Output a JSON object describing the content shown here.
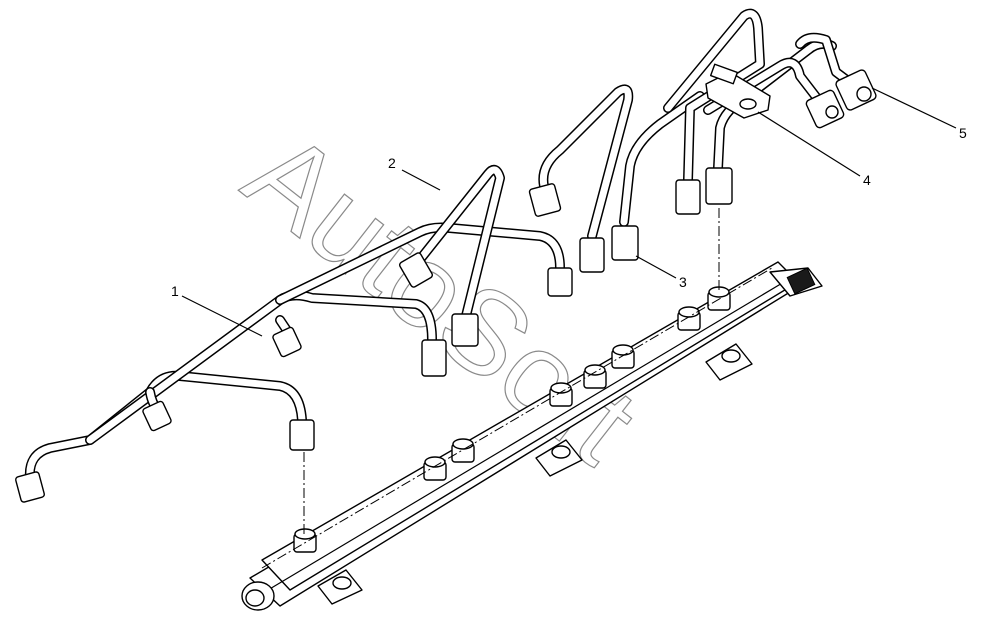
{
  "watermark": "AutoSoft",
  "callouts": [
    "1",
    "2",
    "3",
    "4",
    "5"
  ]
}
